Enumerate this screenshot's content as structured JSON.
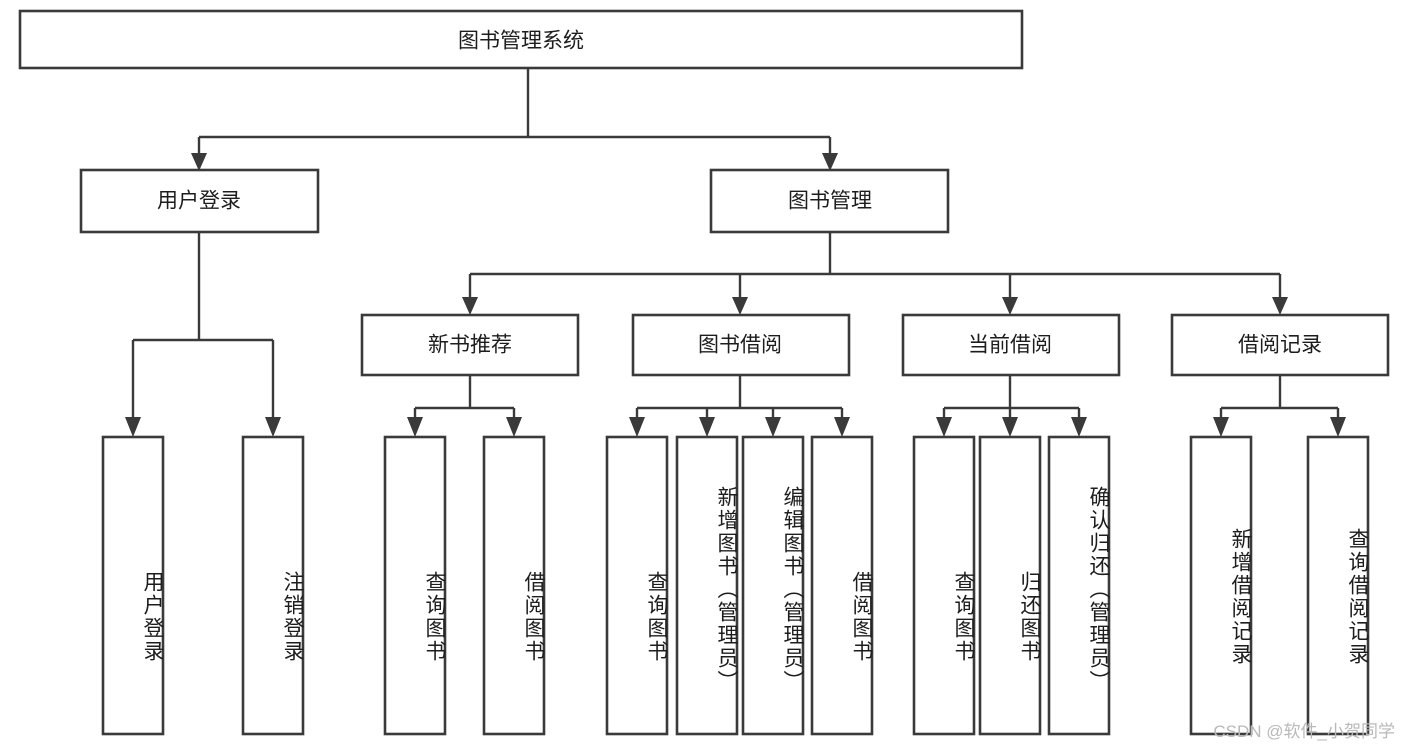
{
  "diagram": {
    "type": "hierarchy-tree",
    "title": "图书管理系统",
    "root": {
      "label": "图书管理系统"
    },
    "level2": [
      {
        "label": "用户登录"
      },
      {
        "label": "图书管理"
      }
    ],
    "level3": [
      {
        "label": "新书推荐"
      },
      {
        "label": "图书借阅"
      },
      {
        "label": "当前借阅"
      },
      {
        "label": "借阅记录"
      }
    ],
    "leaves": {
      "user_login": [
        {
          "label": "用户登录"
        },
        {
          "label": "注销登录"
        }
      ],
      "new_book_recommend": [
        {
          "label": "查询图书"
        },
        {
          "label": "借阅图书"
        }
      ],
      "book_borrow": [
        {
          "label": "查询图书"
        },
        {
          "label": "新增图书（管理员）"
        },
        {
          "label": "编辑图书（管理员）"
        },
        {
          "label": "借阅图书"
        }
      ],
      "current_borrow": [
        {
          "label": "查询图书"
        },
        {
          "label": "归还图书"
        },
        {
          "label": "确认归还（管理员）"
        }
      ],
      "borrow_record": [
        {
          "label": "新增借阅记录"
        },
        {
          "label": "查询借阅记录"
        }
      ]
    }
  },
  "watermark": {
    "text": "CSDN @软件_小贺同学"
  },
  "colors": {
    "box_stroke": "#3a3a3a",
    "box_fill": "#ffffff",
    "text": "#1d1d1d",
    "watermark": "#b9b9b9",
    "background": "#ffffff"
  }
}
